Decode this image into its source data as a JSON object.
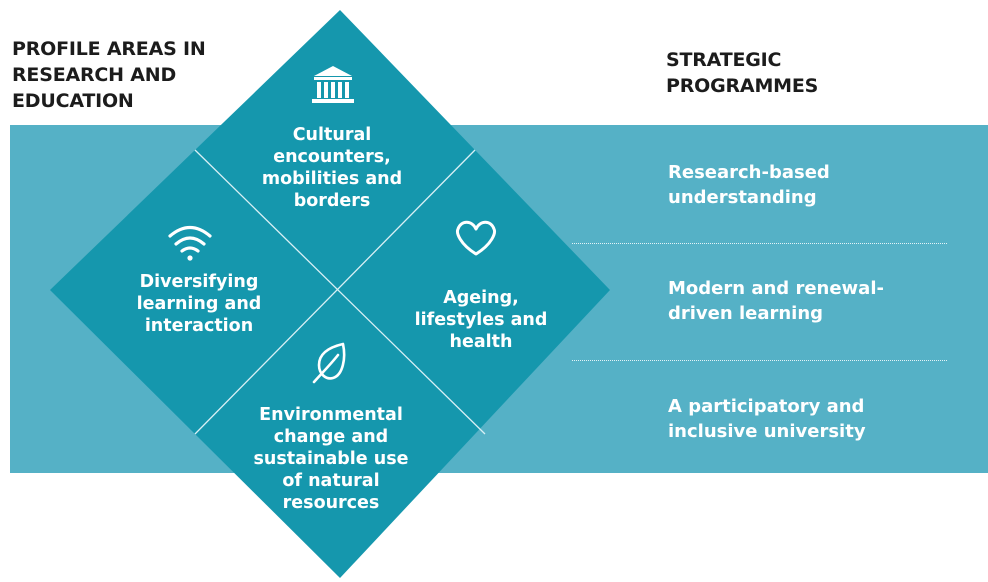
{
  "headings": {
    "profile_areas": [
      "PROFILE AREAS IN",
      "RESEARCH AND",
      "EDUCATION"
    ],
    "strategic_programmes": [
      "STRATEGIC",
      "PROGRAMMES"
    ]
  },
  "profile_areas": [
    {
      "icon": "institution-icon",
      "lines": [
        "Cultural",
        "encounters,",
        "mobilities and",
        "borders"
      ]
    },
    {
      "icon": "wifi-icon",
      "lines": [
        "Diversifying",
        "learning and",
        "interaction"
      ]
    },
    {
      "icon": "heart-icon",
      "lines": [
        "Ageing,",
        "lifestyles and",
        "health"
      ]
    },
    {
      "icon": "leaf-icon",
      "lines": [
        "Environmental",
        "change and",
        "sustainable use",
        "of natural",
        "resources"
      ]
    }
  ],
  "strategic_programmes": [
    {
      "lines": [
        "Research-based",
        "understanding"
      ]
    },
    {
      "lines": [
        "Modern and renewal-",
        "driven learning"
      ]
    },
    {
      "lines": [
        "A participatory and",
        "inclusive university"
      ]
    }
  ],
  "colors": {
    "diamond": "#1597ad",
    "band": "#55b1c6",
    "text_light": "#ffffff",
    "text_dark": "#1c1c1c"
  }
}
